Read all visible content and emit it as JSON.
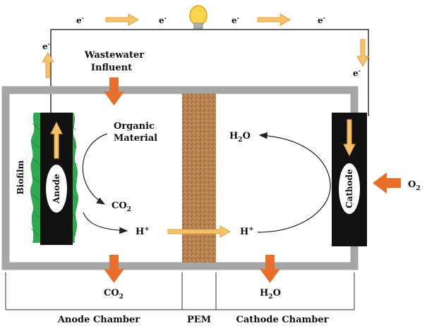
{
  "labels": {
    "electron": "e",
    "electron_sup": "-",
    "wastewater_line1": "Wastewater",
    "wastewater_line2": "Influent",
    "organic_line1": "Organic",
    "organic_line2": "Material",
    "biofilm": "Biofilm",
    "anode": "Anode",
    "cathode": "Cathode",
    "co2_base": "CO",
    "co2_sub": "2",
    "h_base": "H",
    "h_sup": "+",
    "h2o_h": "H",
    "h2o_sub": "2",
    "h2o_o": "O",
    "o2_base": "O",
    "o2_sub": "2",
    "anode_chamber": "Anode Chamber",
    "pem": "PEM",
    "cathode_chamber": "Cathode Chamber"
  },
  "icons": {
    "bulb": "light-bulb-icon"
  },
  "colors": {
    "chamber_wall": "#a6a6a6",
    "electrode": "#111111",
    "biofilm": "#2fa84f",
    "pem": "#b98452",
    "orange_arrow": "#e8702a",
    "electron_arrow": "#f6c26b",
    "electron_arrow_stroke": "#e0a040",
    "bulb": "#f9d44a"
  }
}
